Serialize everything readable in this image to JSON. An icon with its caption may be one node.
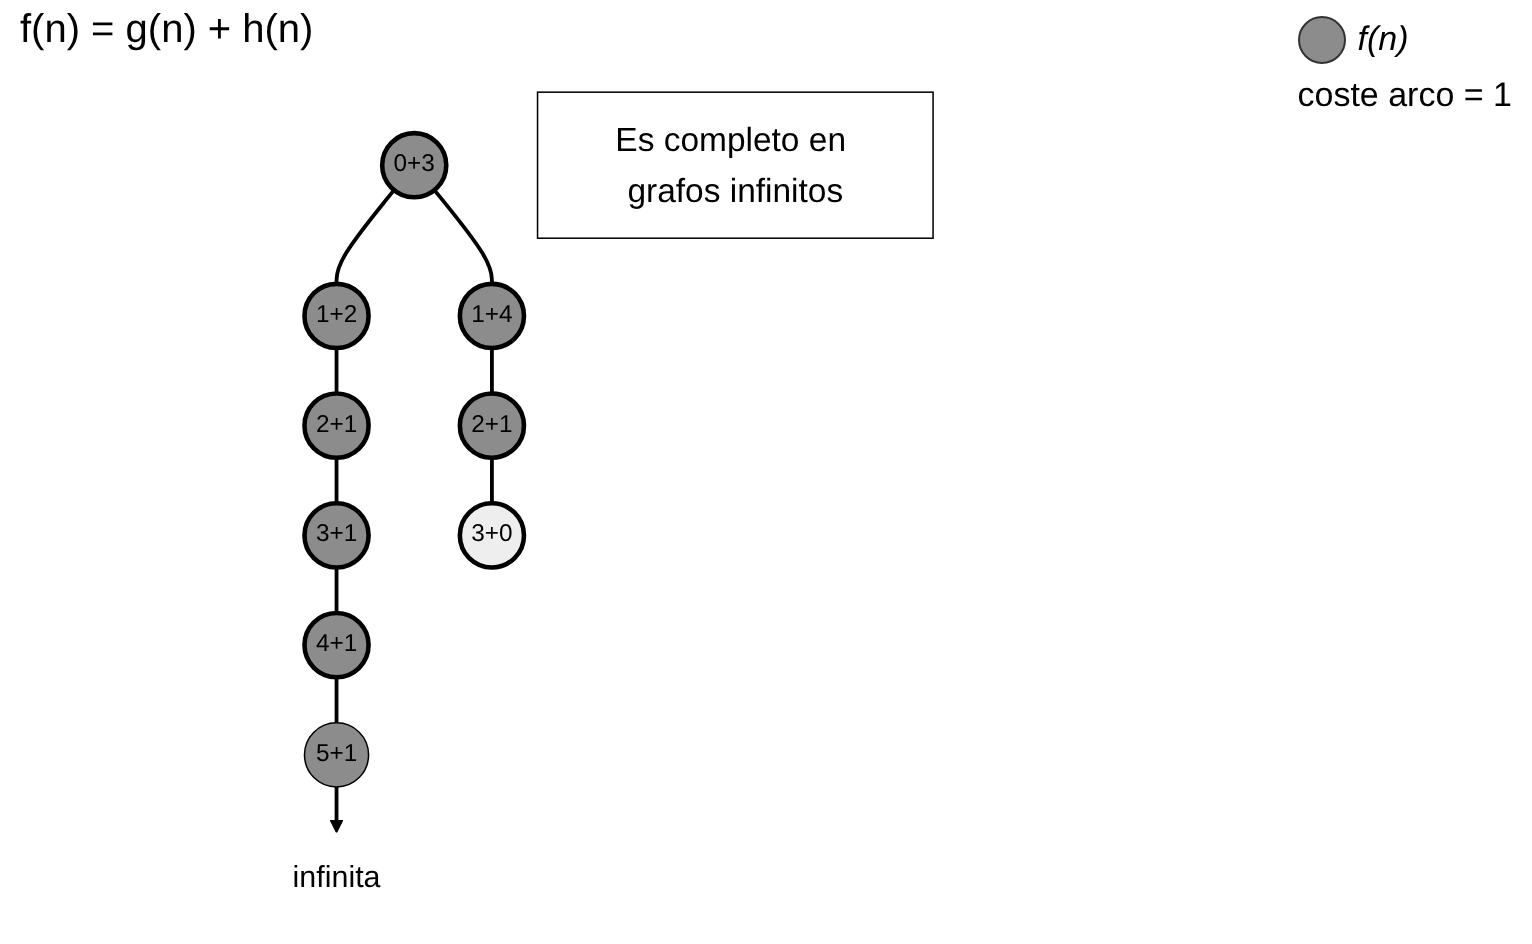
{
  "diagram": {
    "nodes": [
      {
        "text": [
          "0+3"
        ]
      },
      {
        "text": [
          "1+2"
        ]
      },
      {
        "text": [
          "2+1"
        ]
      },
      {
        "text": [
          "3+1"
        ]
      },
      {
        "text": [
          "4+1"
        ]
      },
      {
        "text": [
          "5+1"
        ]
      },
      {
        "text": [
          "1+4"
        ]
      },
      {
        "text": [
          "2+1"
        ]
      },
      {
        "text": [
          "3+0"
        ]
      },
      {
        "text": [
          "infinita"
        ]
      },
      {
        "text": [
          "Es completo en grafos infinitos"
        ]
      }
    ],
    "edges": [
      {
        "from": 0,
        "to": 1,
        "arrow": "none"
      },
      {
        "from": 1,
        "to": 2,
        "arrow": "none"
      },
      {
        "from": 2,
        "to": 3,
        "arrow": "none"
      },
      {
        "from": 3,
        "to": 4,
        "arrow": "none"
      },
      {
        "from": 4,
        "to": 5,
        "arrow": "none"
      },
      {
        "from": 5,
        "to": 9,
        "arrow": "to"
      },
      {
        "from": 0,
        "to": 6,
        "arrow": "none"
      },
      {
        "from": 6,
        "to": 7,
        "arrow": "none"
      },
      {
        "from": 7,
        "to": 8,
        "arrow": "none"
      }
    ],
    "labels": [
      "f(n) = g(n) + h(n)",
      "coste arco = 1"
    ],
    "legend": [
      {
        "text": "f(n)",
        "color": "#8c8c8c"
      }
    ]
  }
}
